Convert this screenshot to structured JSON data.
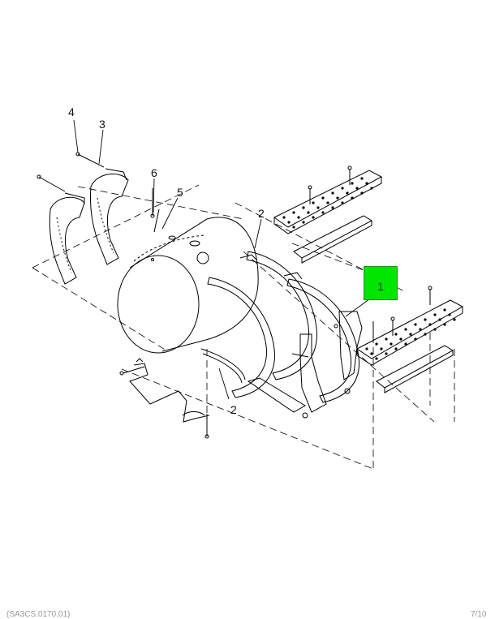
{
  "callouts": {
    "c1": "1",
    "c2a": "2",
    "c2b": "2",
    "c3": "3",
    "c4": "4",
    "c5": "5",
    "c6": "6"
  },
  "footer": {
    "left": "(SA3CS.0170.01)",
    "right": "7/10"
  },
  "colors": {
    "highlight": "#00e600",
    "line": "#000000"
  }
}
